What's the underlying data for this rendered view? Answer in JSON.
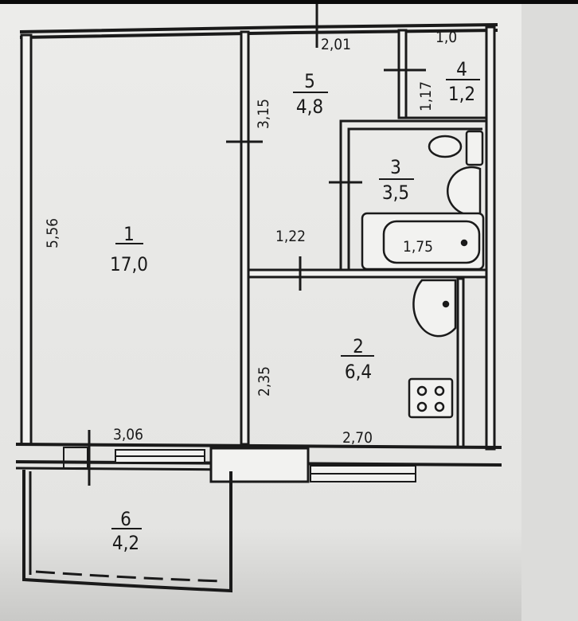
{
  "rooms": [
    {
      "number": "1",
      "area": "17,0"
    },
    {
      "number": "2",
      "area": "6,4"
    },
    {
      "number": "3",
      "area": "3,5"
    },
    {
      "number": "4",
      "area": "1,2"
    },
    {
      "number": "5",
      "area": "4,8"
    },
    {
      "number": "6",
      "area": "4,2"
    }
  ],
  "dimensions": {
    "hall_top": "2,01",
    "wc_top": "1,0",
    "hall_side": "3,15",
    "wc_side": "1,17",
    "room_side": "5,56",
    "hall_bottom": "1,22",
    "bathtub": "1,75",
    "kitchen_side": "2,35",
    "room_bottom": "3,06",
    "kitchen_bottom": "2,70"
  },
  "colors": {
    "paper": "#e9e9e7",
    "ink": "#1a1a1a",
    "shadow": "#d6d6d4"
  }
}
